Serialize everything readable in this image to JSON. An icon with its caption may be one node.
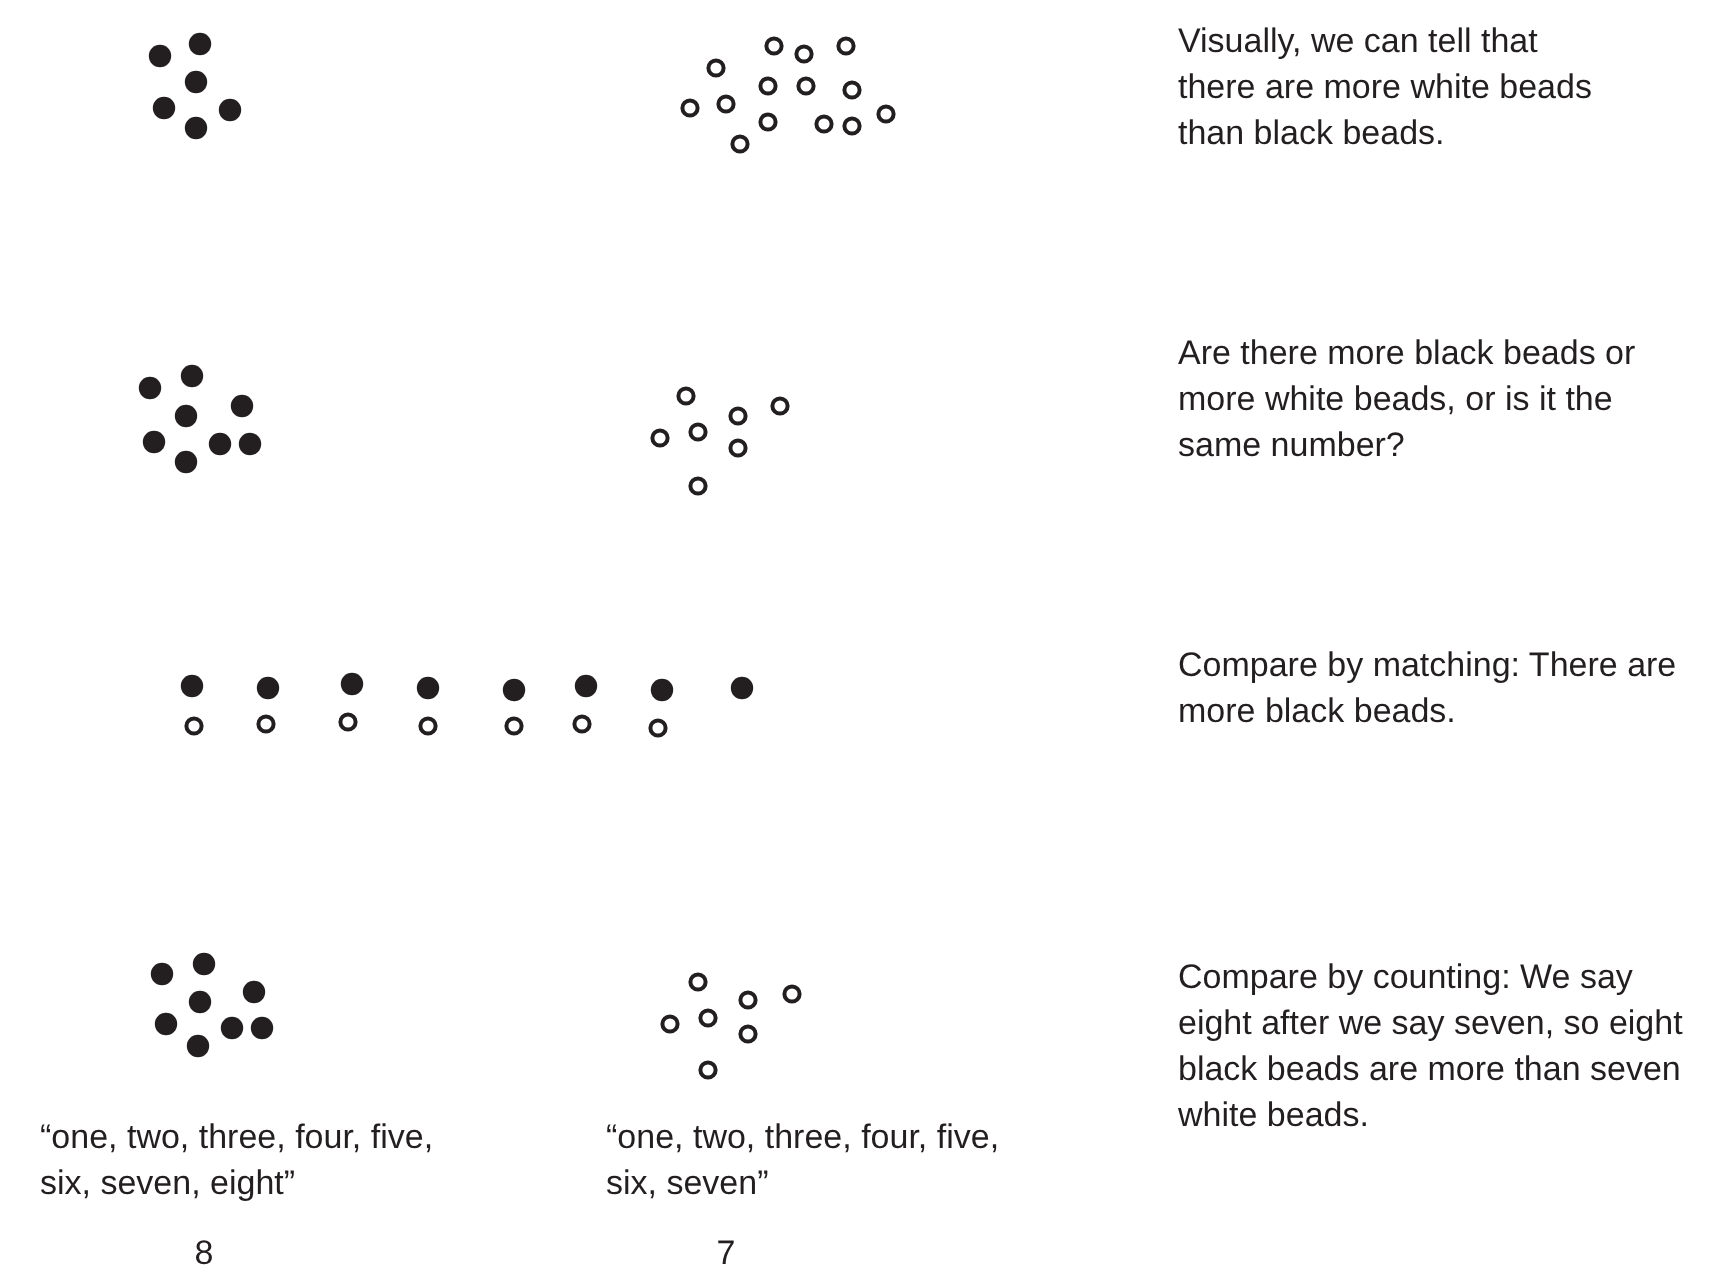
{
  "diagram": {
    "labels": [
      "Visually, we can tell that there are more white beads than black beads.",
      "Are there more black beads or more white beads, or is it the same number?",
      "Compare by matching: There are more black beads.",
      "Compare by counting: We say eight after we say seven, so eight black beads are more than seven white beads.",
      "“one, two, three, four, five, six, seven, eight”",
      "“one, two, three, four, five, six, seven”",
      "8",
      "7"
    ]
  }
}
